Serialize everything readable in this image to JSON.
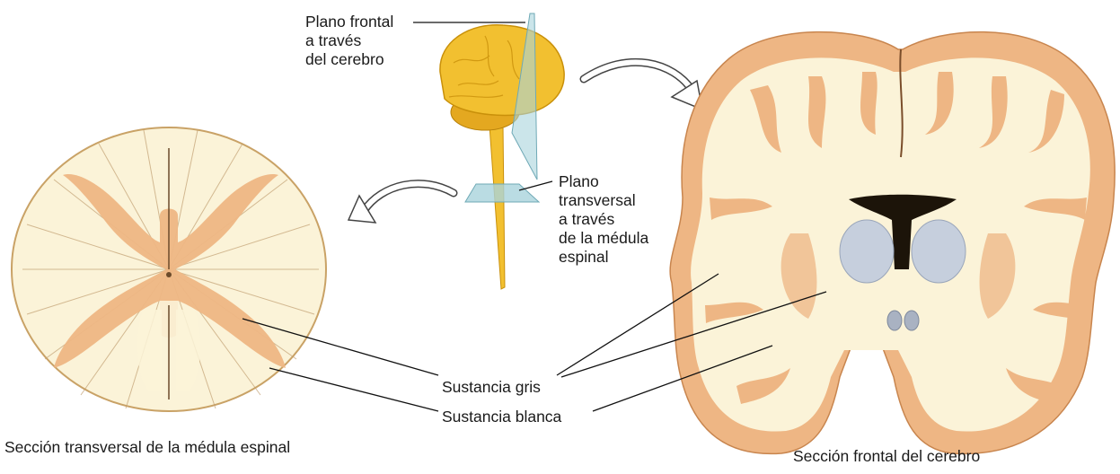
{
  "labels": {
    "frontal_plane": [
      "Plano frontal",
      "a través",
      "del cerebro"
    ],
    "transverse_plane": [
      "Plano",
      "transversal",
      "a través",
      "de la médula",
      "espinal"
    ],
    "gray_matter": "Sustancia gris",
    "white_matter": "Sustancia blanca"
  },
  "captions": {
    "spinal_cord": "Sección transversal de la médula espinal",
    "brain": "Sección frontal del cerebro"
  },
  "colors": {
    "white_matter": "#fbf3d8",
    "gray_matter": "#eeb684",
    "cortex_edge": "#d9955a",
    "brain_3d": "#f2c030",
    "ventricles": "#1c1409",
    "thalamus": "#c6cfdd",
    "plane": "#a9d3dc"
  }
}
